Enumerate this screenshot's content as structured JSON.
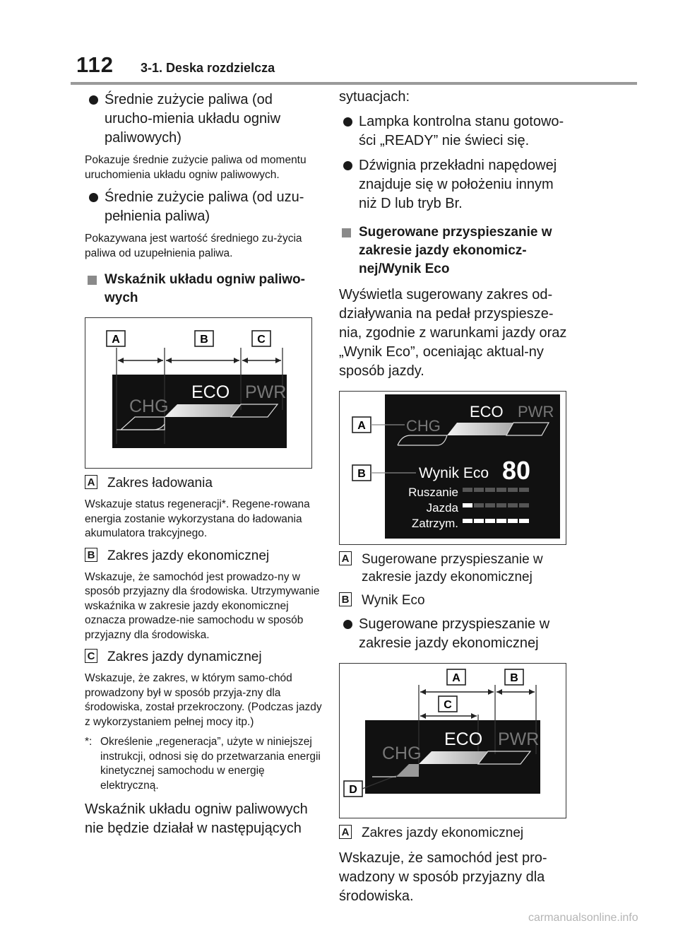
{
  "header": {
    "page_number": "112",
    "section": "3-1. Deska rozdzielcza"
  },
  "left": {
    "b1_title": "Średnie zużycie paliwa (od urucho-mienia układu ogniw paliwowych)",
    "b1_desc": "Pokazuje średnie zużycie paliwa od momentu uruchomienia układu ogniw paliwowych.",
    "b2_title": "Średnie zużycie paliwa (od uzu-pełnienia paliwa)",
    "b2_desc": "Pokazywana jest wartość średniego zu-życia paliwa od uzupełnienia paliwa.",
    "h1": "Wskaźnik układu ogniw paliwo-wych",
    "fig1": {
      "labels": [
        "A",
        "B",
        "C"
      ],
      "chg": "CHG",
      "eco": "ECO",
      "pwr": "PWR"
    },
    "itemA_letter": "A",
    "itemA_title": "Zakres ładowania",
    "itemA_desc": "Wskazuje status regeneracji*. Regene-rowana energia zostanie wykorzystana do ładowania akumulatora trakcyjnego.",
    "itemB_letter": "B",
    "itemB_title": "Zakres jazdy ekonomicznej",
    "itemB_desc": "Wskazuje, że samochód jest prowadzo-ny w sposób przyjazny dla środowiska. Utrzymywanie wskaźnika w zakresie jazdy ekonomicznej oznacza prowadze-nie samochodu w sposób przyjazny dla środowiska.",
    "itemC_letter": "C",
    "itemC_title": "Zakres jazdy dynamicznej",
    "itemC_desc": "Wskazuje, że zakres, w którym samo-chód prowadzony był w sposób przyja-zny dla środowiska, został przekroczony. (Podczas jazdy z wykorzystaniem pełnej mocy itp.)",
    "footnote_mark": "*:",
    "footnote": "Określenie „regeneracja”, użyte w niniejszej instrukcji, odnosi się do przetwarzania energii kinetycznej samochodu w energię elektryczną.",
    "para": "Wskaźnik układu ogniw paliwowych nie będzie działał w następujących"
  },
  "right": {
    "para1": "sytuacjach:",
    "b1": "Lampka kontrolna stanu gotowo-ści „READY” nie świeci się.",
    "b2": "Dźwignia przekładni napędowej znajduje się w położeniu innym niż D lub tryb Br.",
    "h1": "Sugerowane przyspieszanie w zakresie jazdy ekonomicz-nej/Wynik Eco",
    "para2": "Wyświetla sugerowany zakres od-działywania na pedał przyspiesze-nia, zgodnie z warunkami jazdy oraz „Wynik Eco”, oceniając aktual-ny sposób jazdy.",
    "fig2": {
      "labelA": "A",
      "labelB": "B",
      "chg": "CHG",
      "eco": "ECO",
      "pwr": "PWR",
      "wynik_label": "Wynik Eco",
      "wynik_value": "80",
      "ruszanie": "Ruszanie",
      "jazda": "Jazda",
      "zatrzym": "Zatrzym."
    },
    "itemA_letter": "A",
    "itemA": "Sugerowane przyspieszanie w zakresie jazdy ekonomicznej",
    "itemB_letter": "B",
    "itemB": "Wynik Eco",
    "b3": "Sugerowane przyspieszanie w zakresie jazdy ekonomicznej",
    "fig3": {
      "labels": [
        "A",
        "B",
        "C",
        "D"
      ],
      "chg": "CHG",
      "eco": "ECO",
      "pwr": "PWR"
    },
    "itemA2_letter": "A",
    "itemA2": "Zakres jazdy ekonomicznej",
    "para3": "Wskazuje, że samochód jest pro-wadzony w sposób przyjazny dla środowiska."
  },
  "footer": {
    "watermark": "carmanualsonline.info"
  }
}
